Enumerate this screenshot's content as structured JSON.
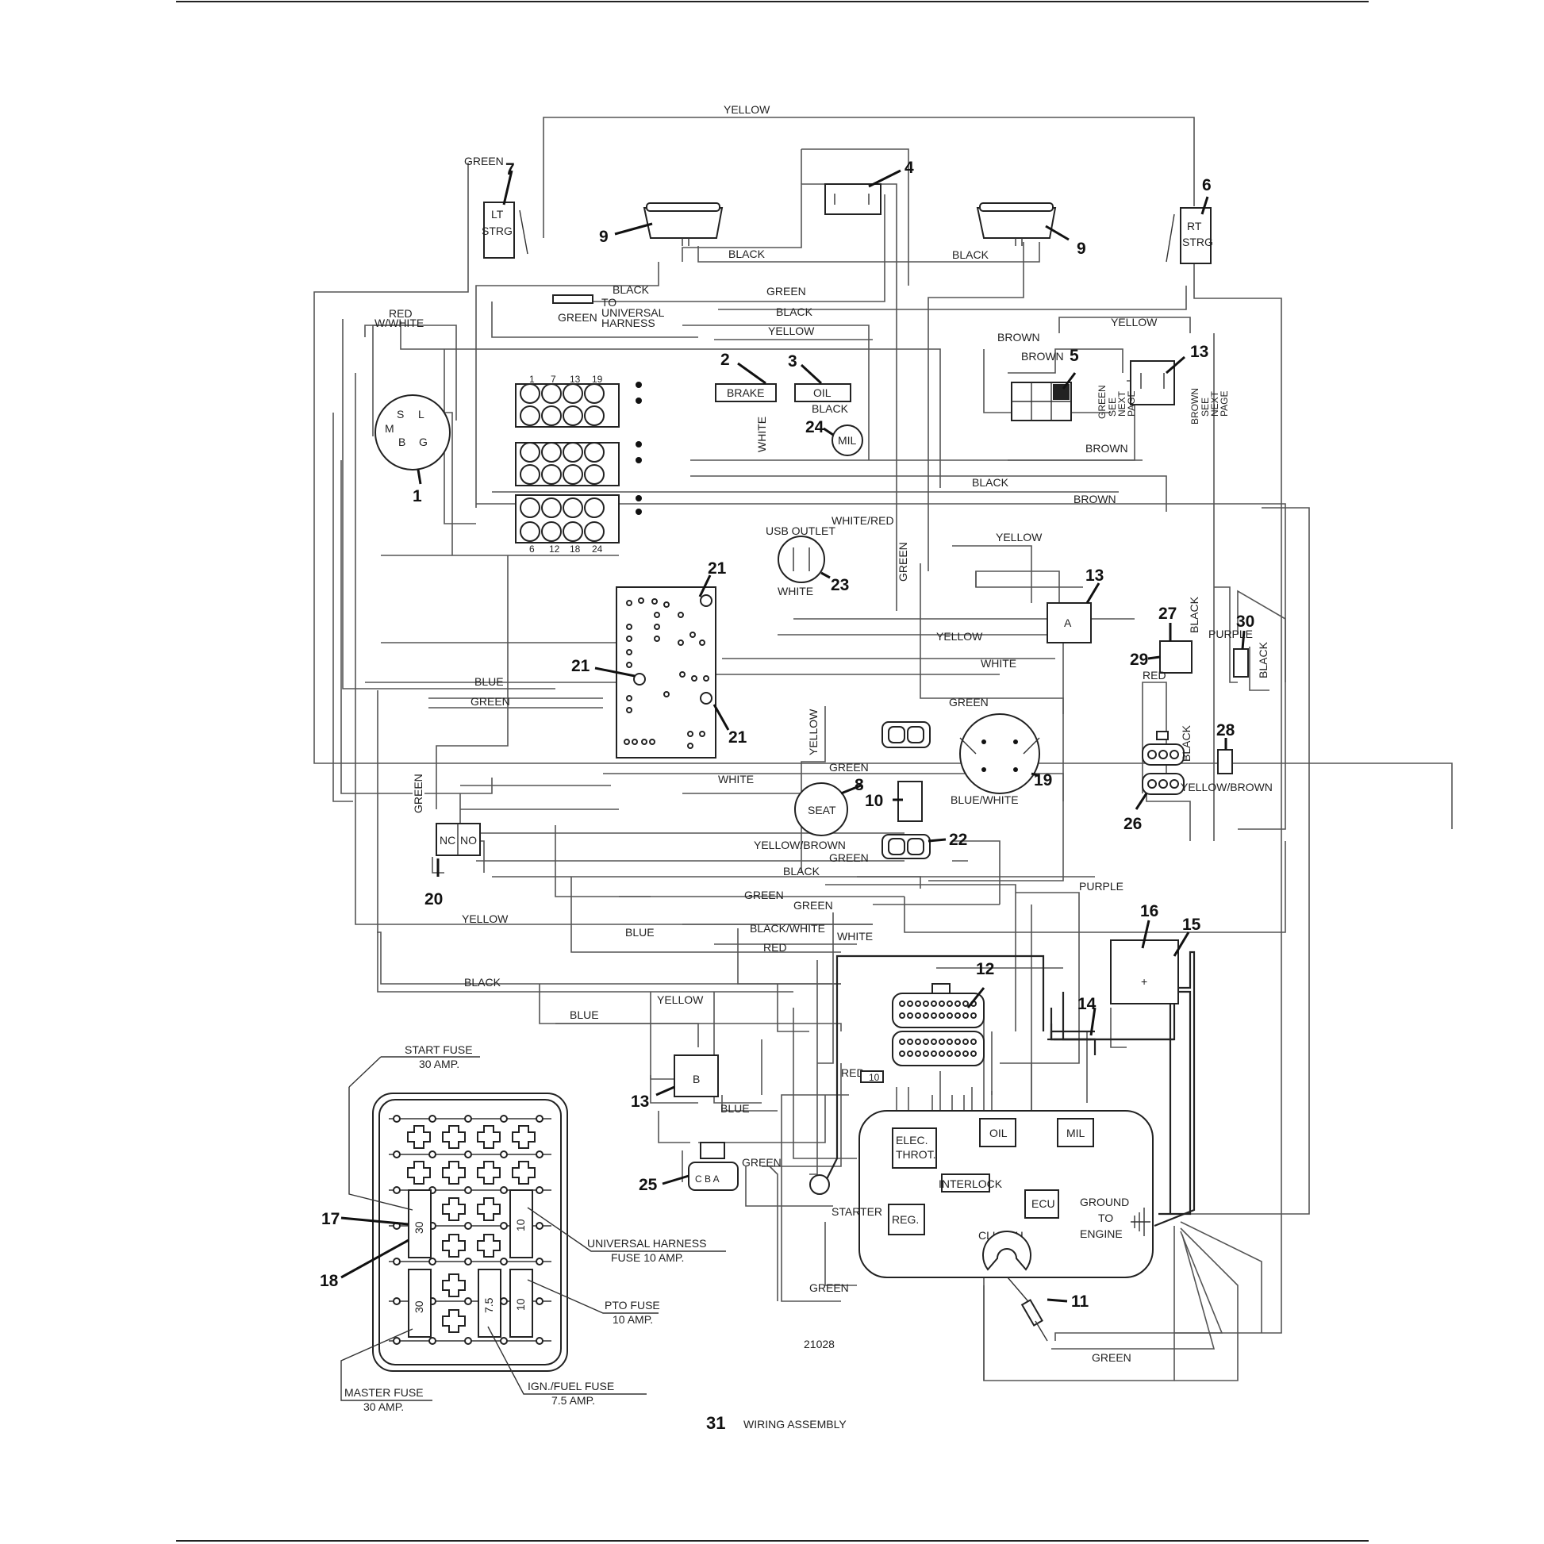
{
  "footer": {
    "page_number": "31",
    "page_title": "WIRING ASSEMBLY",
    "figure_id": "21028"
  },
  "component_labels": {
    "lt_strg": [
      "LT",
      "STRG"
    ],
    "rt_strg": [
      "RT",
      "STRG"
    ],
    "brake": "BRAKE",
    "oil": "OIL",
    "mil": "MIL",
    "usb_outlet": "USB OUTLET",
    "seat": "SEAT",
    "relay_a": "A",
    "relay_b": "B",
    "nc": "NC",
    "no": "NO",
    "ignition": [
      "S",
      "L",
      "M",
      "B",
      "G"
    ],
    "connector_25_pins": "C B A",
    "to_universal_harness": [
      "TO",
      "UNIVERSAL",
      "HARNESS"
    ],
    "see_next_page_green": [
      "GREEN",
      "SEE",
      "NEXT",
      "PAGE"
    ],
    "see_next_page_brown": [
      "BROWN",
      "SEE",
      "NEXT",
      "PAGE"
    ]
  },
  "engine_panel": {
    "elec_throt": [
      "ELEC.",
      "THROT."
    ],
    "oil": "OIL",
    "mil": "MIL",
    "interlock": "INTERLOCK",
    "ecu": "ECU",
    "reg": "REG.",
    "starter": "STARTER",
    "clutch": "CLUTCH",
    "ground": [
      "GROUND",
      "TO",
      "ENGINE"
    ],
    "red_10": "RED",
    "fuse_10": "10"
  },
  "fuse_block": {
    "start_fuse": [
      "START FUSE",
      "30 AMP."
    ],
    "universal_harness_fuse": [
      "UNIVERSAL HARNESS",
      "FUSE 10 AMP."
    ],
    "pto_fuse": [
      "PTO FUSE",
      "10 AMP."
    ],
    "master_fuse": [
      "MASTER FUSE",
      "30 AMP."
    ],
    "ign_fuel_fuse": [
      "IGN./FUEL FUSE",
      "7.5 AMP."
    ],
    "fuse_values": [
      "30",
      "10",
      "30",
      "7.5",
      "10"
    ]
  },
  "connector_pin_numbers": [
    "1",
    "7",
    "13",
    "19",
    "6",
    "12",
    "18",
    "24"
  ],
  "callouts": [
    "1",
    "2",
    "3",
    "4",
    "5",
    "6",
    "7",
    "8",
    "9",
    "9",
    "10",
    "11",
    "12",
    "13",
    "13",
    "13",
    "14",
    "15",
    "16",
    "17",
    "18",
    "19",
    "20",
    "21",
    "21",
    "21",
    "22",
    "23",
    "24",
    "25",
    "26",
    "27",
    "28",
    "29",
    "30"
  ],
  "wire_labels": {
    "yellow_top": "YELLOW",
    "green_7": "GREEN",
    "black_l9": "BLACK",
    "black_r9": "BLACK",
    "black_uh": "BLACK",
    "green_uh": "GREEN",
    "green_mid": "GREEN",
    "black_mid": "BLACK",
    "yellow_mid": "YELLOW",
    "red_white": [
      "RED",
      "W/WHITE"
    ],
    "yellow_13": "YELLOW",
    "brown_1": "BROWN",
    "brown_2": "BROWN",
    "black_oil": "BLACK",
    "white_brake": "WHITE",
    "brown_3": "BROWN",
    "black_long": "BLACK",
    "brown_long": "BROWN",
    "white_red": "WHITE/RED",
    "yellow_r": "YELLOW",
    "green_v": "GREEN",
    "white_usb": "WHITE",
    "black_27": "BLACK",
    "purple_30": "PURPLE",
    "black_30": "BLACK",
    "yellow_13r": "YELLOW",
    "white_r": "WHITE",
    "red_29": "RED",
    "blue_l": "BLUE",
    "green_l": "GREEN",
    "yellow_v": "YELLOW",
    "green_19": "GREEN",
    "black_26": "BLACK",
    "green_seat": "GREEN",
    "white_seat": "WHITE",
    "yellow_brown_26": "YELLOW/BROWN",
    "blue_white": "BLUE/WHITE",
    "green_20": "GREEN",
    "yellow_brown": "YELLOW/BROWN",
    "green_22": "GREEN",
    "black_low": "BLACK",
    "purple_low": "PURPLE",
    "green_a": "GREEN",
    "green_b": "GREEN",
    "yellow_low": "YELLOW",
    "blue_low": "BLUE",
    "black_white": "BLACK/WHITE",
    "white_low": "WHITE",
    "red_low": "RED",
    "black_bottom": "BLACK",
    "blue_13": "BLUE",
    "yellow_13b": "YELLOW",
    "blue_13b": "BLUE",
    "green_25": "GREEN",
    "green_engine": "GREEN",
    "green_bottom": "GREEN"
  }
}
